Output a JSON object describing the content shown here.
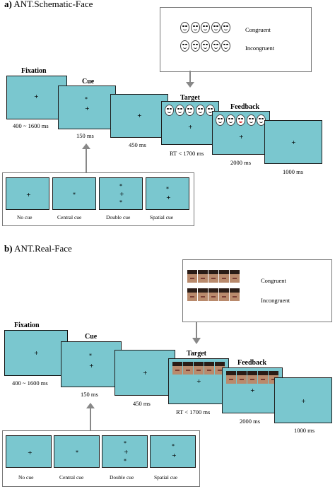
{
  "panel_a": {
    "letter": "a",
    "title": "ANT.Schematic-Face",
    "legend": {
      "congruent": "Congruent",
      "incongruent": "Incongruent"
    },
    "stages": {
      "fixation": {
        "title": "Fixation",
        "time": "400 ~ 1600 ms"
      },
      "cue": {
        "title": "Cue",
        "time": "150 ms"
      },
      "blank": {
        "time": "450 ms"
      },
      "target": {
        "title": "Target",
        "time": "RT < 1700 ms"
      },
      "feedback": {
        "title": "Feedback",
        "time": "2000 ms"
      },
      "final": {
        "time": "1000 ms"
      }
    },
    "cues": [
      "No cue",
      "Central cue",
      "Double cue",
      "Spatial cue"
    ]
  },
  "panel_b": {
    "letter": "b",
    "title": "ANT.Real-Face",
    "legend": {
      "congruent": "Congruent",
      "incongruent": "Incongruent"
    },
    "stages": {
      "fixation": {
        "title": "Fixation",
        "time": "400 ~ 1600 ms"
      },
      "cue": {
        "title": "Cue",
        "time": "150 ms"
      },
      "blank": {
        "time": "450 ms"
      },
      "target": {
        "title": "Target",
        "time": "RT < 1700 ms"
      },
      "feedback": {
        "title": "Feedback",
        "time": "2000 ms"
      },
      "final": {
        "time": "1000 ms"
      }
    },
    "cues": [
      "No cue",
      "Central cue",
      "Double cue",
      "Spatial cue"
    ]
  },
  "symbols": {
    "cross": "+",
    "star": "*"
  },
  "colors": {
    "screen": "#7ac7cf",
    "arrow": "#888888",
    "feedback_mouth": "#d22222"
  }
}
